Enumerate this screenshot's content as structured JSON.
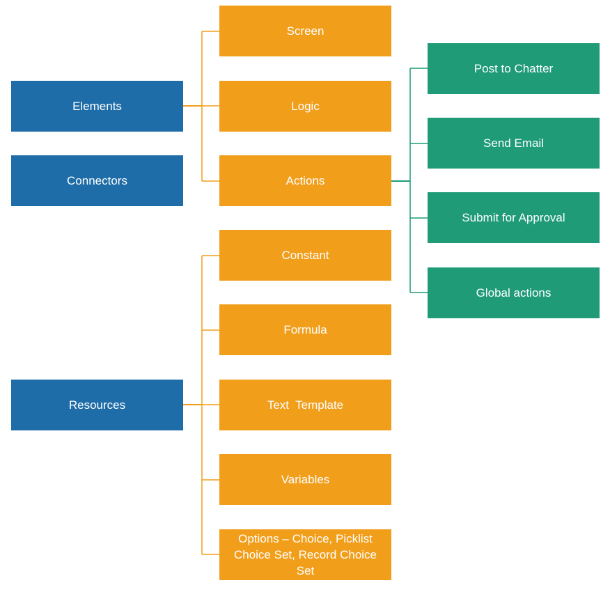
{
  "diagram": {
    "colors": {
      "primary": "#1f6da8",
      "secondary": "#f19e1b",
      "tertiary": "#1f9b78",
      "connector_orange": "#f19e1b",
      "connector_green": "#1f9b78"
    },
    "roots": {
      "elements": "Elements",
      "connectors": "Connectors",
      "resources": "Resources"
    },
    "element_children": {
      "screen": "Screen",
      "logic": "Logic",
      "actions": "Actions"
    },
    "resource_children": {
      "constant": "Constant",
      "formula": "Formula",
      "text_template": "Text  Template",
      "variables": "Variables",
      "options": "Options – Choice, Picklist Choice Set, Record Choice Set"
    },
    "action_children": {
      "post_to_chatter": "Post to Chatter",
      "send_email": "Send Email",
      "submit_for_approval": "Submit for Approval",
      "global_actions": "Global actions"
    }
  }
}
